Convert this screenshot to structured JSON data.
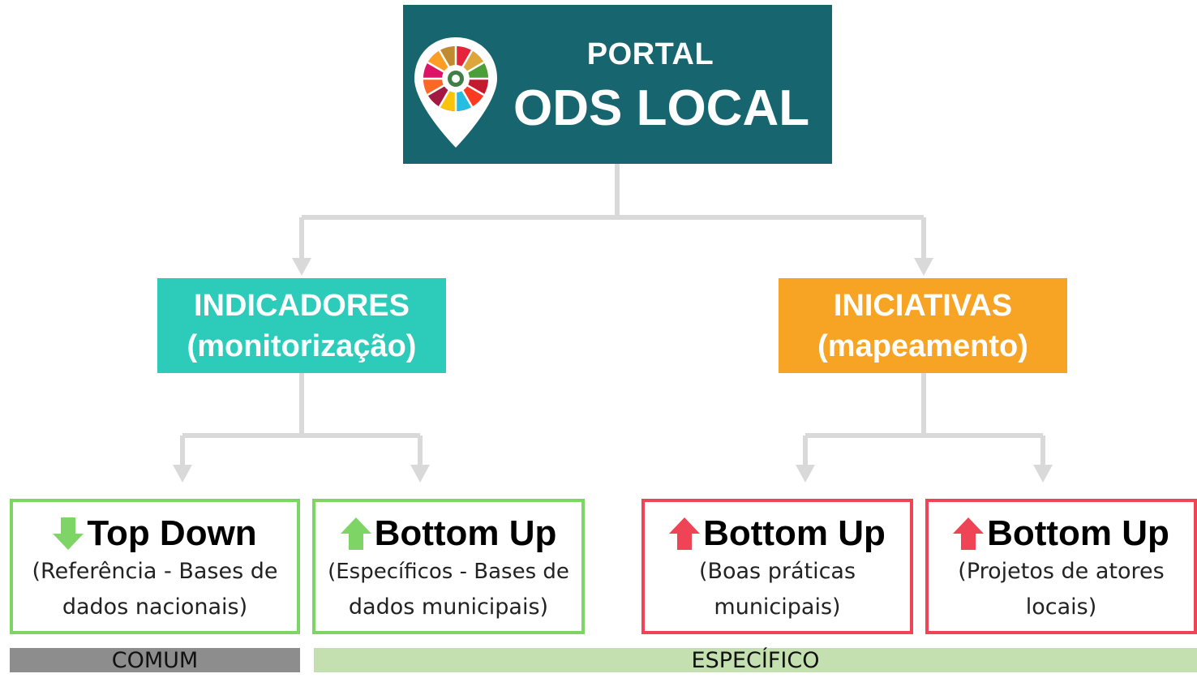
{
  "portal": {
    "line1": "PORTAL",
    "line2": "ODS LOCAL"
  },
  "categories": [
    {
      "line1": "INDICADORES",
      "line2": "(monitorização)",
      "color": "#2dcbb9"
    },
    {
      "line1": "INICIATIVAS",
      "line2": "(mapeamento)",
      "color": "#f7a425"
    }
  ],
  "leaves": [
    {
      "title": "Top Down",
      "arrow": "down-arrow-icon",
      "arrow_color": "#7ed566",
      "desc1": "(Referência - Bases de",
      "desc2": "dados nacionais)",
      "border": "#7ed566"
    },
    {
      "title": "Bottom Up",
      "arrow": "up-arrow-icon",
      "arrow_color": "#7ed566",
      "desc1": "(Específicos - Bases de",
      "desc2": "dados municipais)",
      "border": "#7ed566"
    },
    {
      "title": "Bottom Up",
      "arrow": "up-arrow-icon",
      "arrow_color": "#ef4455",
      "desc1": "(Boas práticas",
      "desc2": "municipais)",
      "border": "#ef4455"
    },
    {
      "title": "Bottom Up",
      "arrow": "up-arrow-icon",
      "arrow_color": "#ef4455",
      "desc1": "(Projetos de atores",
      "desc2": "locais)",
      "border": "#ef4455"
    }
  ],
  "footer": {
    "comum": "COMUM",
    "especifico": "ESPECÍFICO"
  },
  "colors": {
    "header_bg": "#17666f",
    "connector": "#d9d9d9",
    "comum_bg": "#8d8d8d",
    "especifico_bg": "#c5e0b0"
  }
}
